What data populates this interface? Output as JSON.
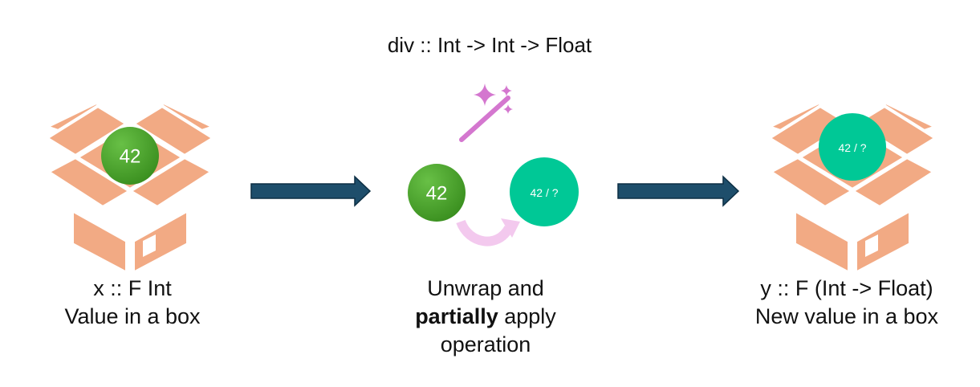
{
  "signature": "div :: Int -> Int -> Float",
  "left": {
    "ball_label": "42",
    "caption_line1": "x :: F Int",
    "caption_line2": "Value in a box"
  },
  "middle": {
    "left_ball_label": "42",
    "right_ball_label": "42 / ?",
    "caption_line1": "Unwrap and",
    "caption_bold": "partially",
    "caption_rest": " apply",
    "caption_line3": "operation"
  },
  "right": {
    "ball_label": "42 / ?",
    "caption_line1": "y :: F (Int -> Float)",
    "caption_line2": "New value in a box"
  },
  "colors": {
    "box": "#f2aa84",
    "box_line": "#ffffff",
    "green_ball": "#4aa52c",
    "teal_ball": "#00c896",
    "arrow": "#1e4e6b",
    "arrow_outline": "#0d2f44",
    "wand": "#d477cf",
    "curve": "#f3c9ee"
  },
  "icons": [
    "open-box-icon",
    "magic-wand-icon",
    "right-arrow-icon",
    "curved-arrow-icon"
  ]
}
